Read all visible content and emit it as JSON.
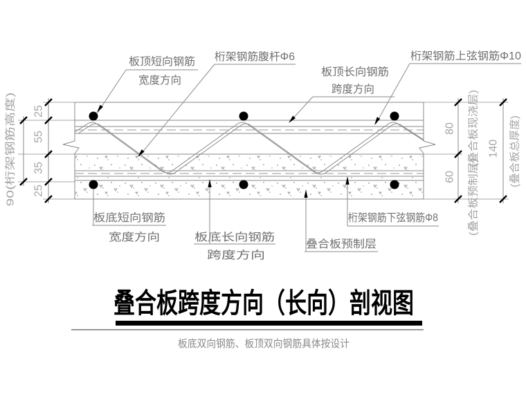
{
  "colors": {
    "line_gray": "#8a8a8a",
    "callout_text_gray": "#6f6f6f",
    "dimension_text_gray": "#a5a5a5",
    "ink_black": "#000000",
    "background": "#ffffff"
  },
  "callouts": {
    "top_short_line1": "板顶短向钢筋",
    "top_short_line2": "宽度方向",
    "truss_web": "桁架钢筋腹杆Φ6",
    "top_long_line1": "板顶长向钢筋",
    "top_long_line2": "跨度方向",
    "truss_top_chord": "桁架钢筋上弦钢筋Φ10",
    "bottom_short_line1": "板底短向钢筋",
    "bottom_short_line2": "宽度方向",
    "bottom_long_line1": "板底长向钢筋",
    "bottom_long_line2": "跨度方向",
    "truss_bottom_chord": "桁架钢筋下弦钢筋Φ8",
    "precast_layer": "叠合板预制层"
  },
  "dimensions": {
    "left_top_cover": "25",
    "left_upper": "55",
    "left_lower": "35",
    "left_bottom_cover": "25",
    "left_overall": "90(桁架钢筋高度)",
    "right_cast_layer": "80",
    "right_cast_layer_label": "(叠合板现浇层)",
    "right_precast_layer": "60",
    "right_precast_layer_label": "(叠合板预制层)",
    "right_total": "140",
    "right_total_label": "(叠合板总厚度)"
  },
  "title": "叠合板跨度方向（长向）剖视图",
  "subtitle": "板底双向钢筋、板顶双向钢筋具体按设计"
}
